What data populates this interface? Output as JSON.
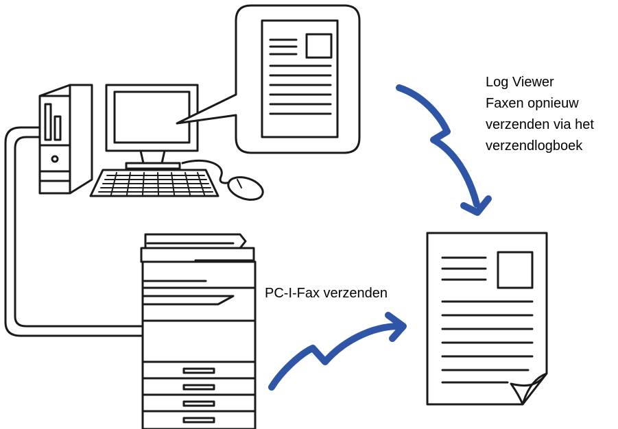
{
  "labels": {
    "log_viewer": [
      "Log Viewer",
      "Faxen opnieuw",
      "verzenden via het",
      "verzendlogboek"
    ],
    "pc_fax": "PC-I-Fax verzenden"
  },
  "colors": {
    "arrow": "#2e55a6",
    "line": "#1a1a1a",
    "fill": "#ffffff"
  },
  "icons": [
    "pc-tower-icon",
    "monitor-icon",
    "keyboard-icon",
    "mouse-icon",
    "speech-bubble-document-icon",
    "multifunction-printer-icon",
    "document-icon",
    "arrow-icon"
  ]
}
